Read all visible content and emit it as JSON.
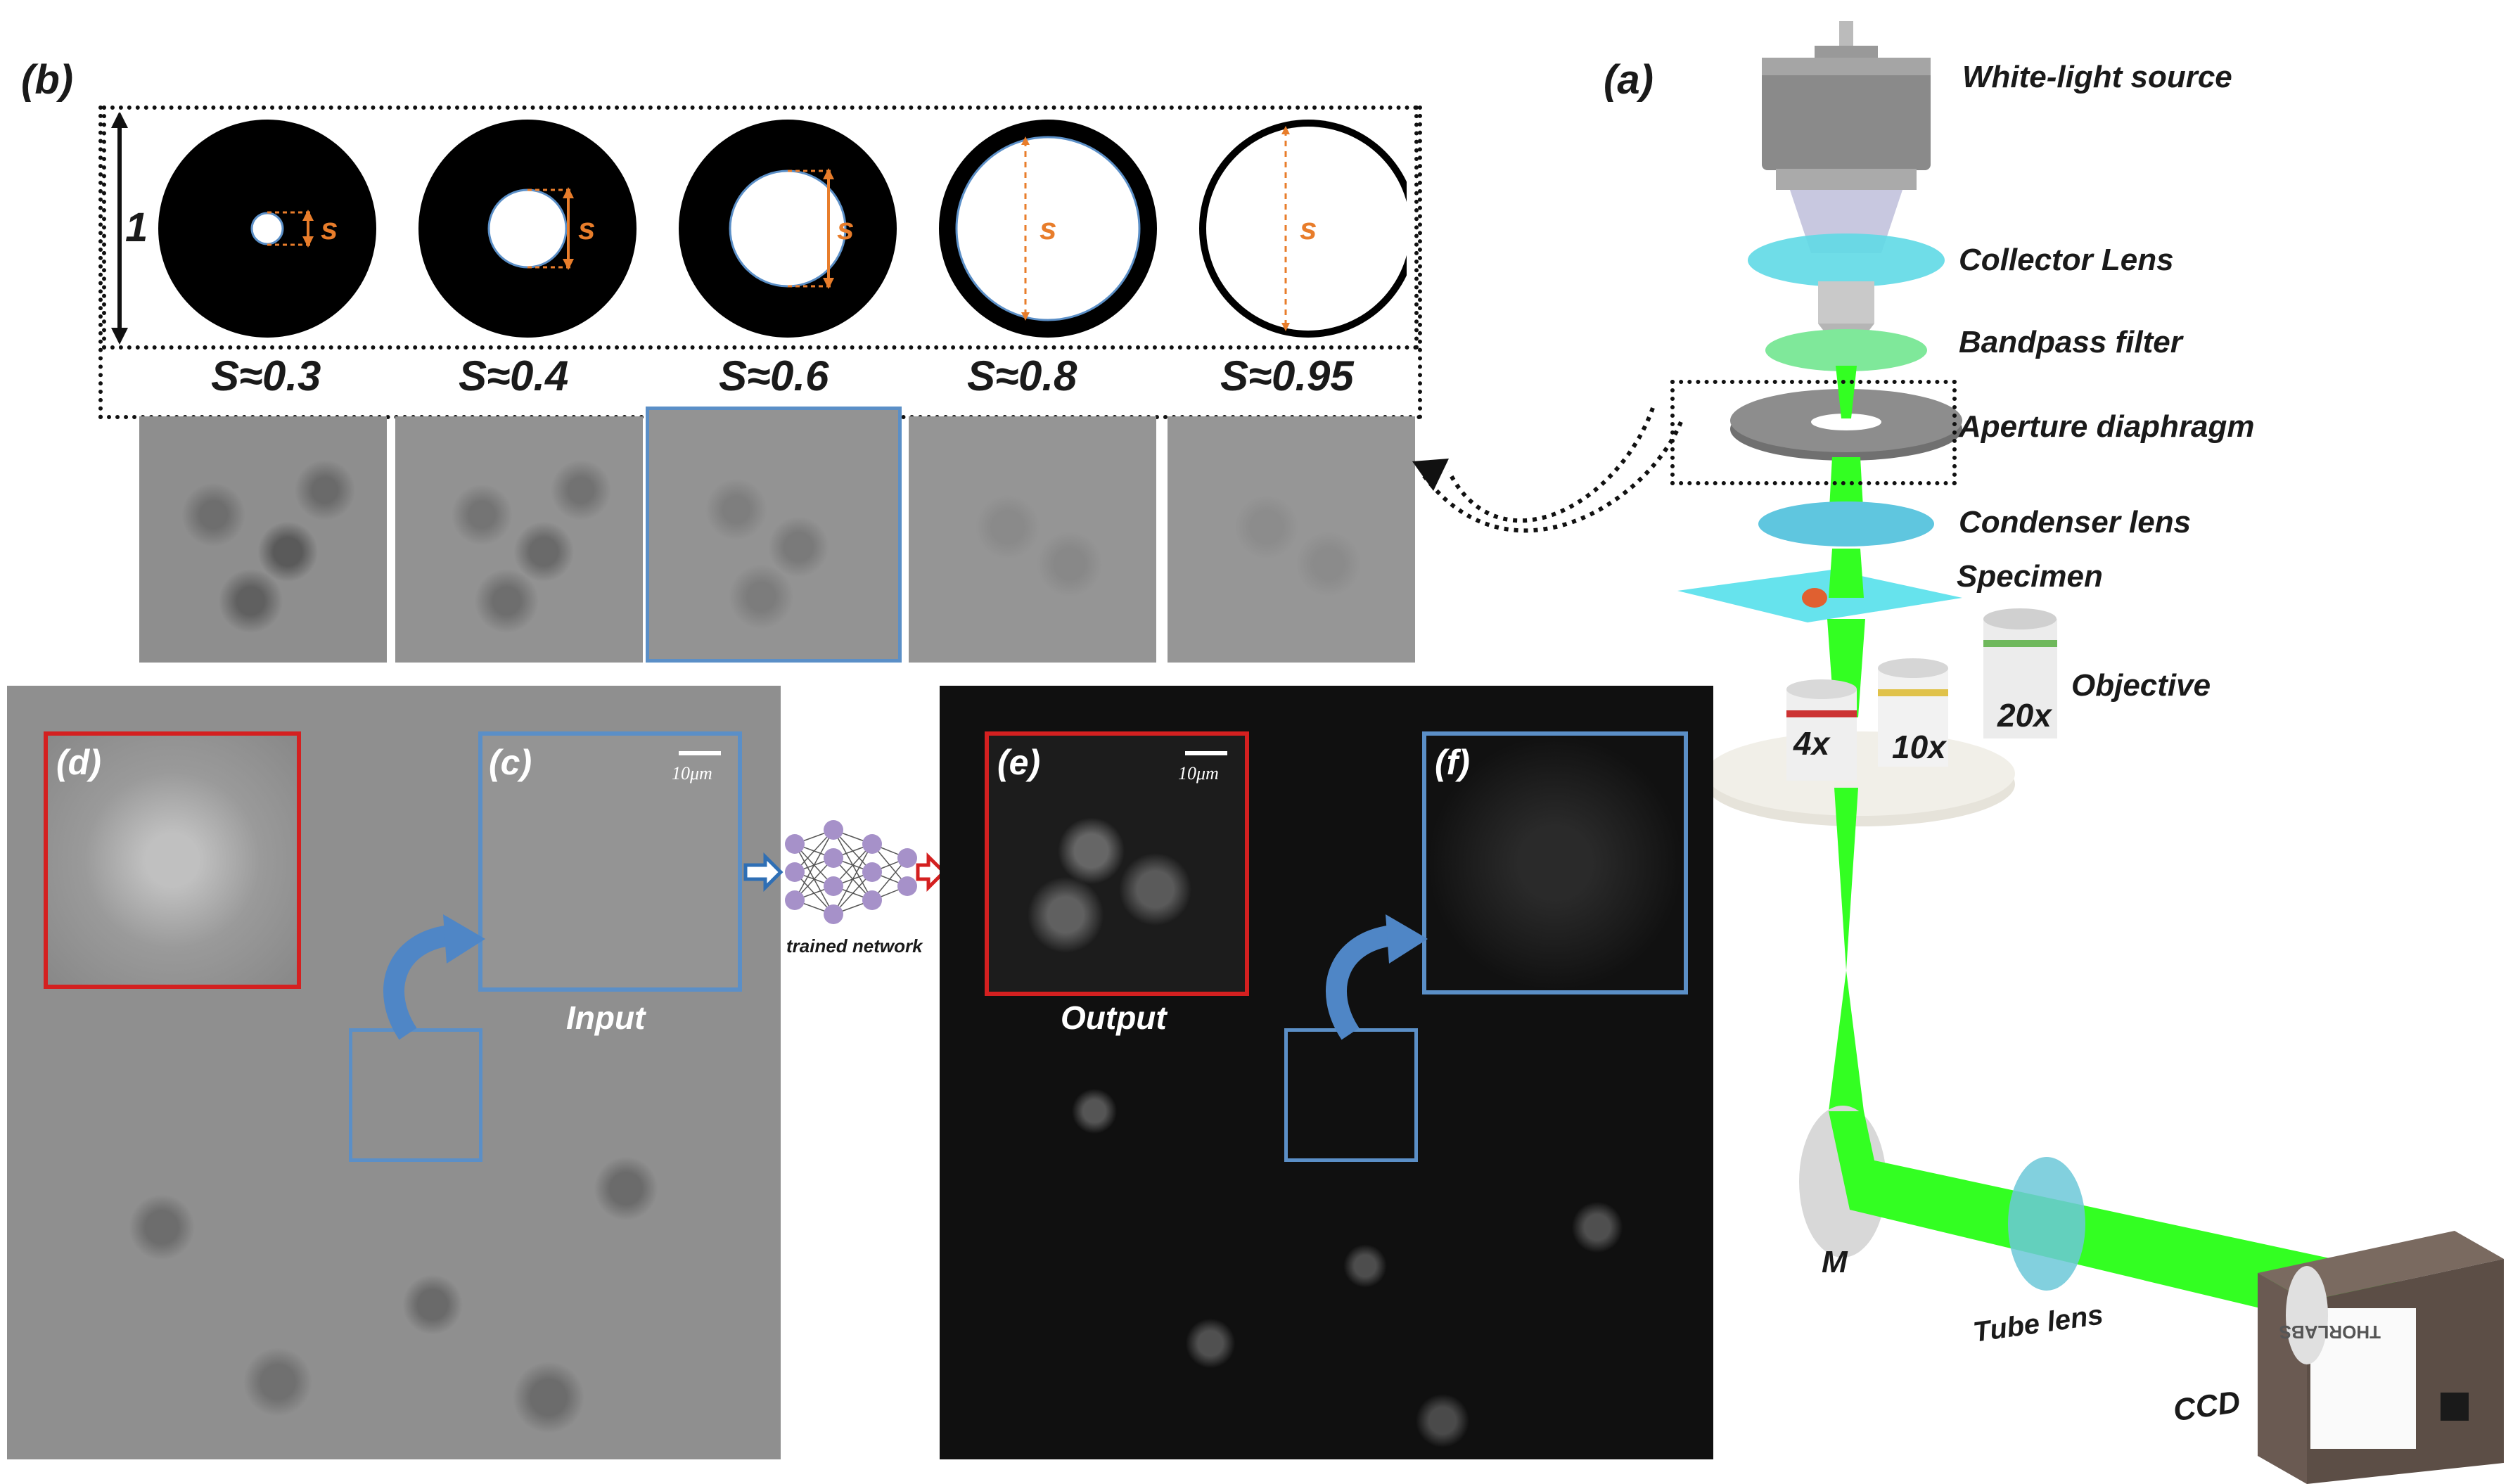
{
  "panels": {
    "a": "(a)",
    "b": "(b)",
    "c": "(c)",
    "d": "(d)",
    "e": "(e)",
    "f": "(f)"
  },
  "apertures": {
    "scale_label": "1",
    "size_symbol": "s",
    "ratios": [
      "S≈0.3",
      "S≈0.4",
      "S≈0.6",
      "S≈0.8",
      "S≈0.95"
    ]
  },
  "microscope": {
    "white_light_source": "White-light source",
    "collector_lens": "Collector Lens",
    "bandpass_filter": "Bandpass filter",
    "aperture_diaphragm": "Aperture diaphragm",
    "condenser_lens": "Condenser lens",
    "specimen": "Specimen",
    "objective": "Objective",
    "obj_4x": "4x",
    "obj_10x": "10x",
    "obj_20x": "20x",
    "mirror": "M",
    "tube_lens": "Tube lens",
    "ccd": "CCD",
    "camera_brand": "THORLABS"
  },
  "network": {
    "input_label": "Input",
    "output_label": "Output",
    "network_label": "trained network",
    "scale_bar": "10μm"
  },
  "colors": {
    "blue_box": "#5b8fc7",
    "red_box": "#d42020",
    "beam_green": "#33ff22",
    "orange": "#e87d2b",
    "neuron": "#a691c9"
  }
}
